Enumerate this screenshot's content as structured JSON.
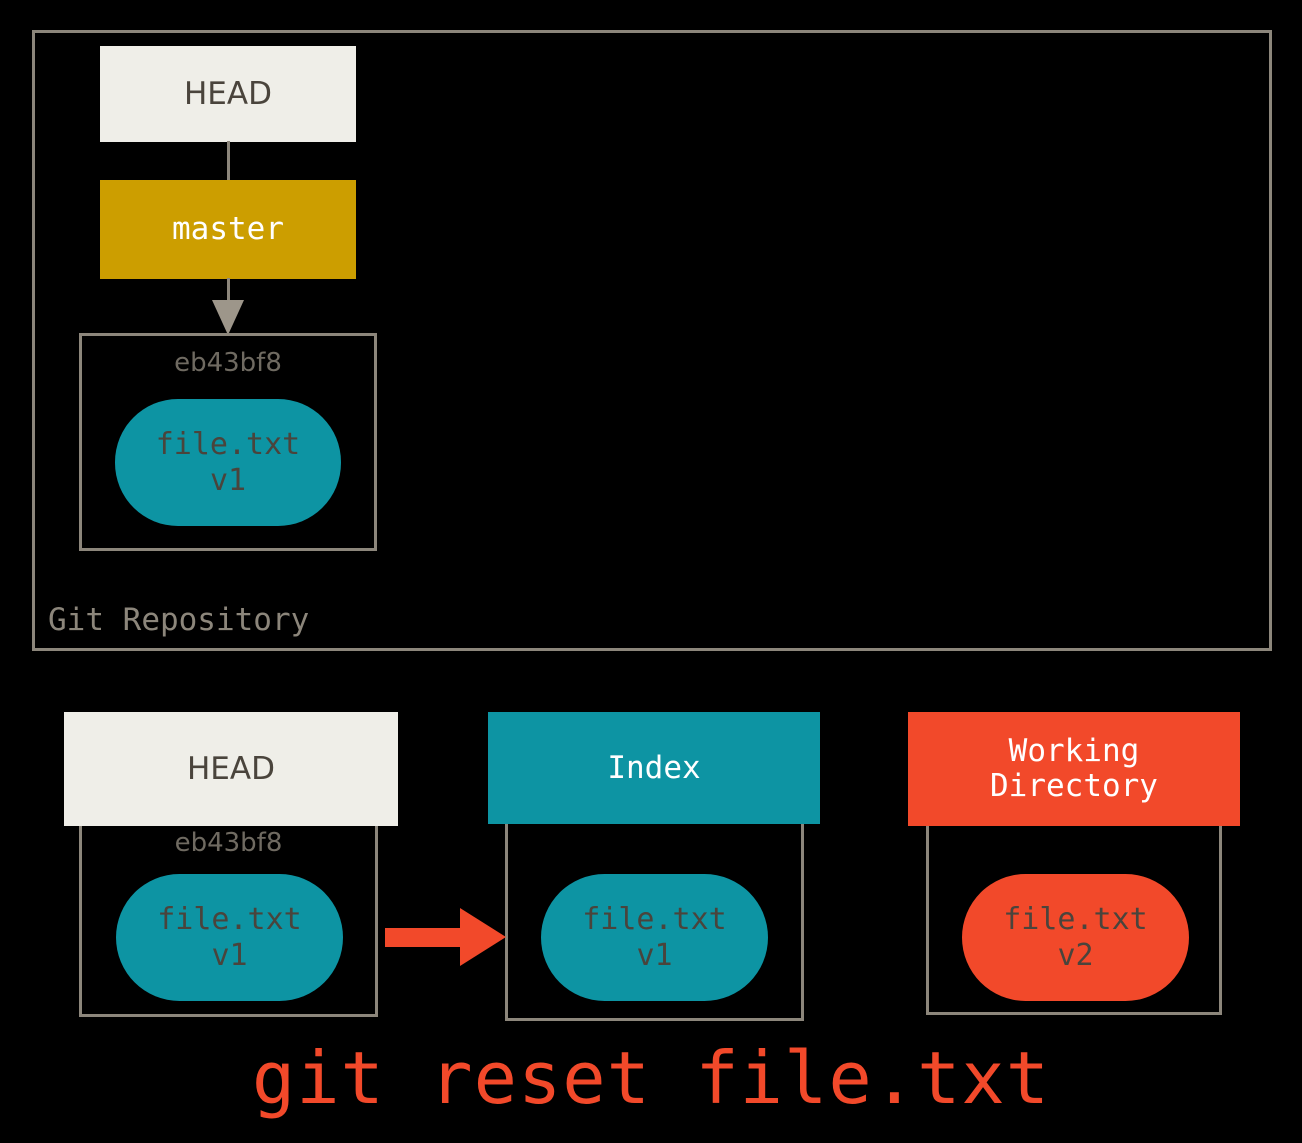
{
  "diagram": {
    "caption": "git reset file.txt",
    "repository": {
      "label": "Git Repository",
      "head_label": "HEAD",
      "branch_label": "master",
      "commit": {
        "sha": "eb43bf8",
        "blob_name": "file.txt",
        "blob_version": "v1"
      }
    },
    "columns": [
      {
        "header": "HEAD",
        "sha": "eb43bf8",
        "blob_name": "file.txt",
        "blob_version": "v1"
      },
      {
        "header": "Index",
        "blob_name": "file.txt",
        "blob_version": "v1"
      },
      {
        "header_line1": "Working",
        "header_line2": "Directory",
        "blob_name": "file.txt",
        "blob_version": "v2"
      }
    ]
  },
  "colors": {
    "background": "#000000",
    "frame_gray": "#8c867b",
    "head_cream": "#efeee8",
    "branch_gold": "#cc9e00",
    "index_teal": "#0d94a3",
    "working_orange": "#f2492a",
    "text_dark": "#4a443c",
    "text_gray": "#6f6a61"
  }
}
